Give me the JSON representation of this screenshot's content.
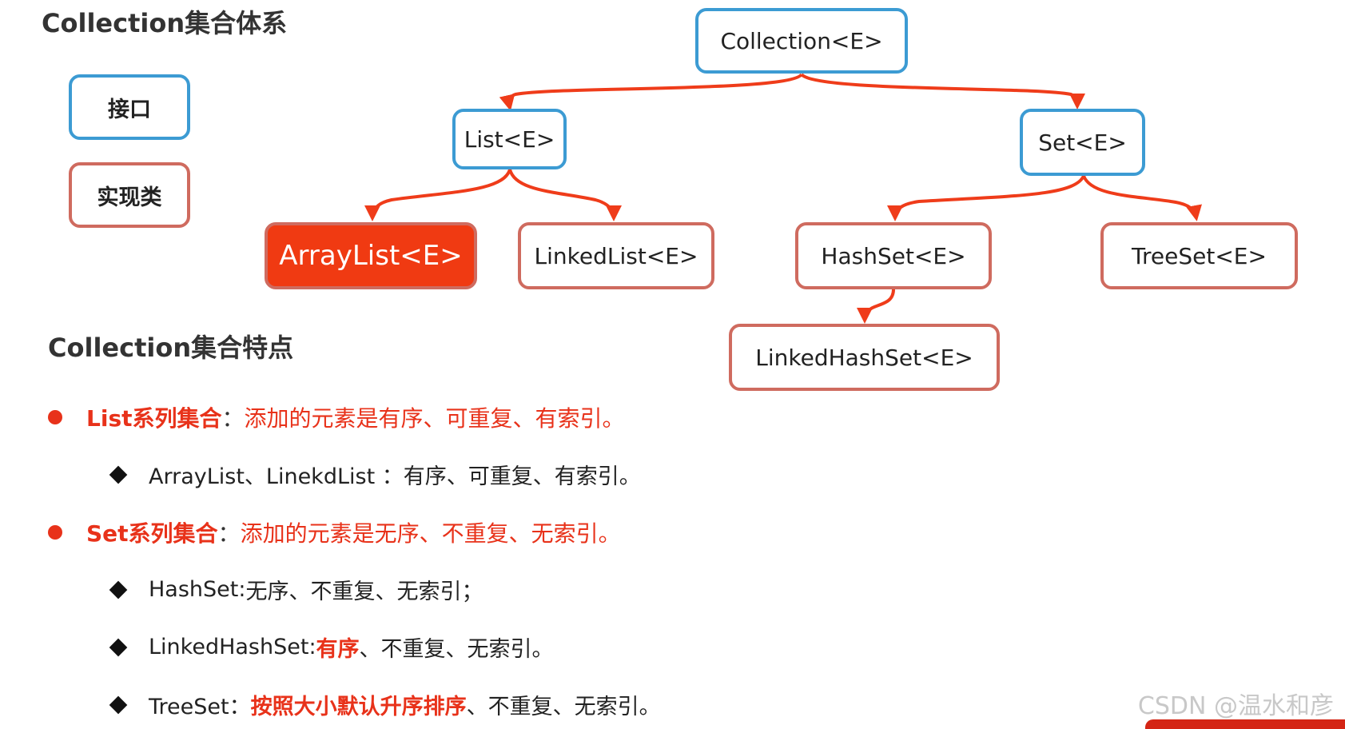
{
  "headings": {
    "hierarchy_title": "Collection集合体系",
    "features_title": "Collection集合特点"
  },
  "legend": {
    "interface_label": "接口",
    "impl_label": "实现类"
  },
  "nodes": {
    "collection": "Collection<E>",
    "list": "List<E>",
    "set": "Set<E>",
    "arraylist": "ArrayList<E>",
    "linkedlist": "LinkedList<E>",
    "hashset": "HashSet<E>",
    "treeset": "TreeSet<E>",
    "linkedhashset": "LinkedHashSet<E>"
  },
  "features": {
    "list": {
      "label": "List系列集合",
      "colon": "：",
      "desc": "添加的元素是有序、可重复、有索引。",
      "items": [
        {
          "label": "ArrayList、LinekdList ：",
          "emph": "",
          "rest": "有序、可重复、有索引。"
        }
      ]
    },
    "set": {
      "label": "Set系列集合",
      "colon": "：",
      "desc": "添加的元素是无序、不重复、无索引。",
      "items": [
        {
          "label": "HashSet: ",
          "emph": "",
          "rest": "无序、不重复、无索引；"
        },
        {
          "label": "LinkedHashSet: ",
          "emph": "有序",
          "rest": "、不重复、无索引。"
        },
        {
          "label": "TreeSet：",
          "emph": "按照大小默认升序排序",
          "rest": "、不重复、无索引。"
        }
      ]
    }
  },
  "watermark": "CSDN @温水和彦",
  "colors": {
    "interface_border": "#3c9bd3",
    "impl_border": "#cf6b5f",
    "highlight_fill": "#f03a12",
    "connector": "#ef3c1a",
    "accent_text": "#e8321a"
  }
}
